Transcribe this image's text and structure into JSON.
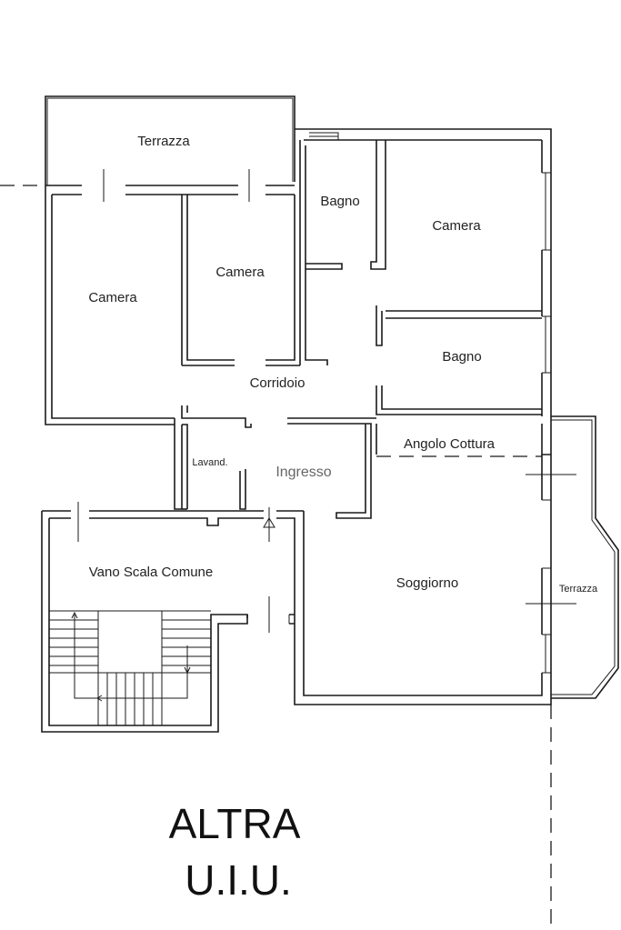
{
  "rooms": {
    "terrazza_top": "Terrazza",
    "bagno_top": "Bagno",
    "camera_right": "Camera",
    "camera_mid": "Camera",
    "camera_left": "Camera",
    "bagno_mid": "Bagno",
    "corridoio": "Corridoio",
    "angolo_cottura": "Angolo Cottura",
    "lavand": "Lavand.",
    "ingresso": "Ingresso",
    "vano_scala": "Vano Scala Comune",
    "soggiorno": "Soggiorno",
    "terrazza_right": "Terrazza"
  },
  "stamp": {
    "line1": "ALTRA",
    "line2": "U.I.U."
  }
}
